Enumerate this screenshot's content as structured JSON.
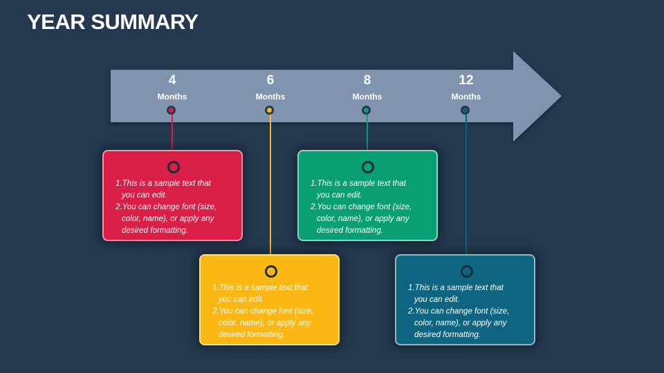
{
  "title": "YEAR SUMMARY",
  "colors": {
    "background": "#243850",
    "arrow": "#8193ae",
    "red": "#d91f45",
    "yellow": "#fbb714",
    "green": "#099f72",
    "blue": "#0e6581"
  },
  "milestones": [
    {
      "value": "4",
      "unit": "Months",
      "color": "red"
    },
    {
      "value": "6",
      "unit": "Months",
      "color": "yellow"
    },
    {
      "value": "8",
      "unit": "Months",
      "color": "green"
    },
    {
      "value": "12",
      "unit": "Months",
      "color": "blue"
    }
  ],
  "cards": [
    {
      "color": "red",
      "item1": {
        "num": "1.",
        "text": "This is a sample text that",
        "cont": "you can edit."
      },
      "item2": {
        "num": "2.",
        "text": "You can change font (size,",
        "cont1": "color, name), or apply any",
        "cont2": "desired formatting."
      }
    },
    {
      "color": "yellow",
      "item1": {
        "num": "1.",
        "text": "This is a sample text that",
        "cont": "you can edit."
      },
      "item2": {
        "num": "2.",
        "text": "You can change font (size,",
        "cont1": "color, name), or apply any",
        "cont2": "desired formatting."
      }
    },
    {
      "color": "green",
      "item1": {
        "num": "1.",
        "text": "This is a sample text that",
        "cont": "you can edit."
      },
      "item2": {
        "num": "2.",
        "text": "You can change font (size,",
        "cont1": "color, name), or apply any",
        "cont2": "desired formatting."
      }
    },
    {
      "color": "blue",
      "item1": {
        "num": "1.",
        "text": "This is a sample text that",
        "cont": "you can edit."
      },
      "item2": {
        "num": "2.",
        "text": "You can change font (size,",
        "cont1": "color, name), or apply any",
        "cont2": "desired formatting."
      }
    }
  ]
}
